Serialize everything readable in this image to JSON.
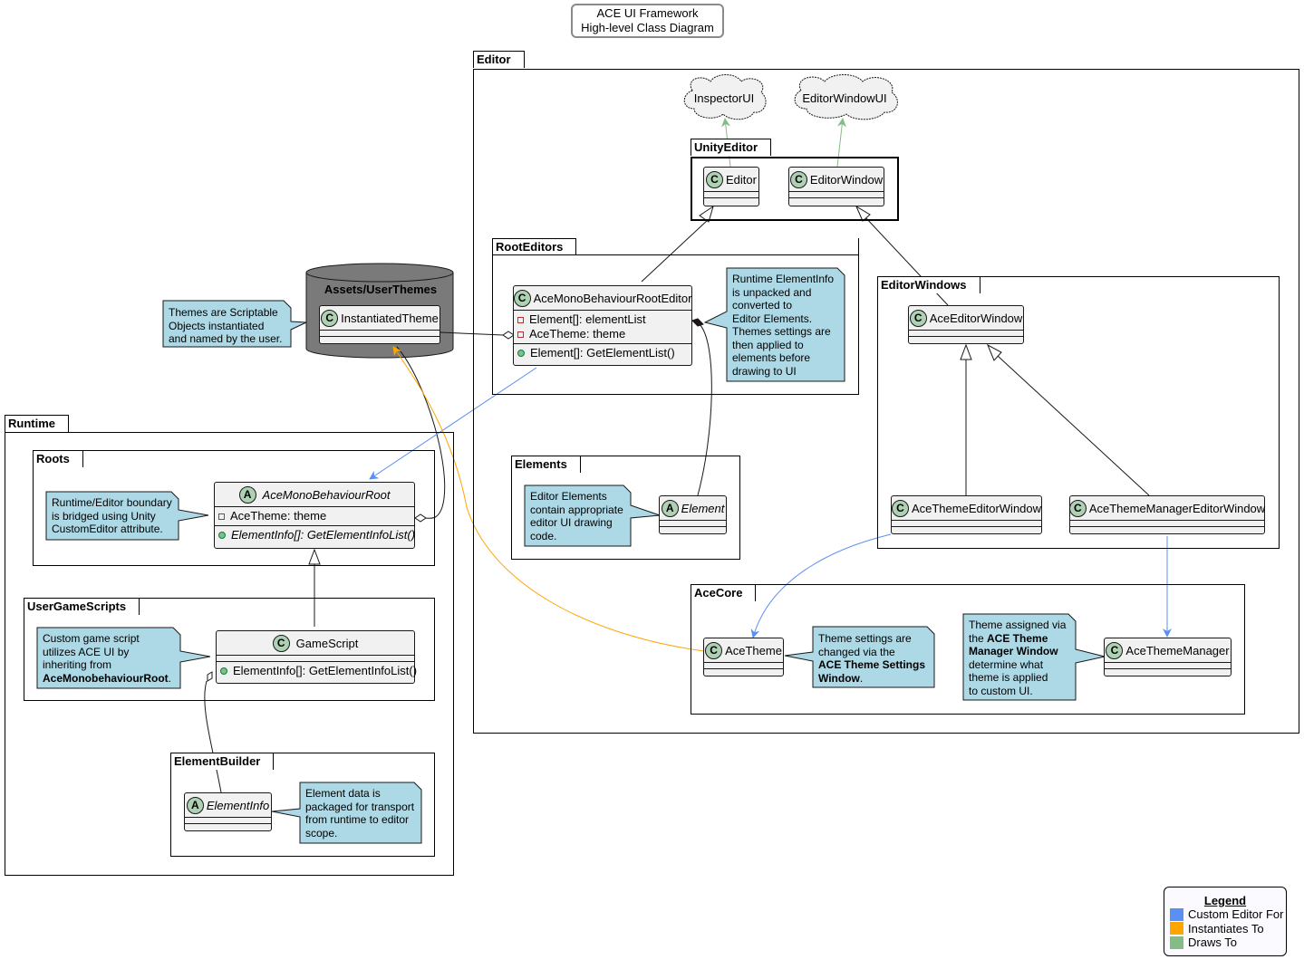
{
  "title": {
    "line1": "ACE UI Framework",
    "line2": "High-level Class Diagram"
  },
  "packages": {
    "editor": "Editor",
    "unity_editor": "UnityEditor",
    "root_editors": "RootEditors",
    "editor_windows": "EditorWindows",
    "elements": "Elements",
    "ace_core": "AceCore",
    "runtime": "Runtime",
    "roots": "Roots",
    "user_game_scripts": "UserGameScripts",
    "element_builder": "ElementBuilder"
  },
  "database": {
    "label": "Assets/UserThemes"
  },
  "clouds": {
    "inspector_ui": "InspectorUI",
    "editor_window_ui": "EditorWindowUI"
  },
  "classes": {
    "editor": {
      "stereo": "C",
      "name": "Editor"
    },
    "editor_window": {
      "stereo": "C",
      "name": "EditorWindow"
    },
    "instantiated_theme": {
      "stereo": "C",
      "name": "InstantiatedTheme"
    },
    "root_editor": {
      "stereo": "C",
      "name": "AceMonoBehaviourRootEditor",
      "field1": "Element[]: elementList",
      "field2": "AceTheme: theme",
      "method1": "Element[]: GetElementList()"
    },
    "ace_editor_window": {
      "stereo": "C",
      "name": "AceEditorWindow"
    },
    "element": {
      "stereo": "A",
      "name": "Element"
    },
    "theme_editor_window": {
      "stereo": "C",
      "name": "AceThemeEditorWindow"
    },
    "theme_manager_editor_window": {
      "stereo": "C",
      "name": "AceThemeManagerEditorWindow"
    },
    "ace_theme": {
      "stereo": "C",
      "name": "AceTheme"
    },
    "ace_theme_manager": {
      "stereo": "C",
      "name": "AceThemeManager"
    },
    "mono_root": {
      "stereo": "A",
      "name": "AceMonoBehaviourRoot",
      "field1": "AceTheme: theme",
      "method1": "ElementInfo[]: GetElementInfoList()"
    },
    "game_script": {
      "stereo": "C",
      "name": "GameScript",
      "method1": "ElementInfo[]: GetElementInfoList()"
    },
    "element_info": {
      "stereo": "A",
      "name": "ElementInfo"
    }
  },
  "notes": {
    "themes": {
      "l1": "Themes are Scriptable",
      "l2": "Objects instantiated",
      "l3": "and named by the user."
    },
    "runtime_info": {
      "l1": "Runtime ElementInfo",
      "l2": "is unpacked and",
      "l3": "converted to",
      "l4": "Editor Elements.",
      "l5": "Themes settings are",
      "l6": "then applied to",
      "l7": "elements before",
      "l8": "drawing to UI"
    },
    "elements": {
      "l1": "Editor Elements",
      "l2": "contain appropriate",
      "l3": "editor UI drawing",
      "l4": "code."
    },
    "boundary": {
      "l1": "Runtime/Editor boundary",
      "l2": "is bridged using Unity",
      "l3": "CustomEditor attribute."
    },
    "game_script": {
      "l1": "Custom game script",
      "l2": "utilizes ACE UI by",
      "l3": "inheriting from",
      "l4_bold": "AceMonobehaviourRoot",
      "l4_tail": "."
    },
    "element_data": {
      "l1": "Element data is",
      "l2": "packaged for transport",
      "l3": "from runtime to editor",
      "l4": "scope."
    },
    "theme_settings": {
      "l1": "Theme settings are",
      "l2": "changed via the",
      "l3_bold": "ACE Theme Settings",
      "l4_bold": "Window",
      "l4_tail": "."
    },
    "theme_assigned": {
      "l1": "Theme assigned via",
      "l2_pre": "the ",
      "l2_bold": "ACE Theme",
      "l3_bold": "Manager Window",
      "l4": "determine what",
      "l5": "theme is applied",
      "l6": "to custom UI."
    }
  },
  "legend": {
    "title": "Legend",
    "items": [
      {
        "label": "Custom Editor For",
        "color": "#5b8ff0"
      },
      {
        "label": "Instantiates To",
        "color": "#ffa500"
      },
      {
        "label": "Draws To",
        "color": "#85bb85"
      }
    ]
  },
  "colors": {
    "note_fill": "#add8e6",
    "class_fill": "#f1f1f1",
    "spot_fill": "#add1b2",
    "database_fill": "#7a7a7a",
    "custom_editor_for": "#5b8ff0",
    "instantiates_to": "#ffa500",
    "draws_to": "#85bb85"
  }
}
